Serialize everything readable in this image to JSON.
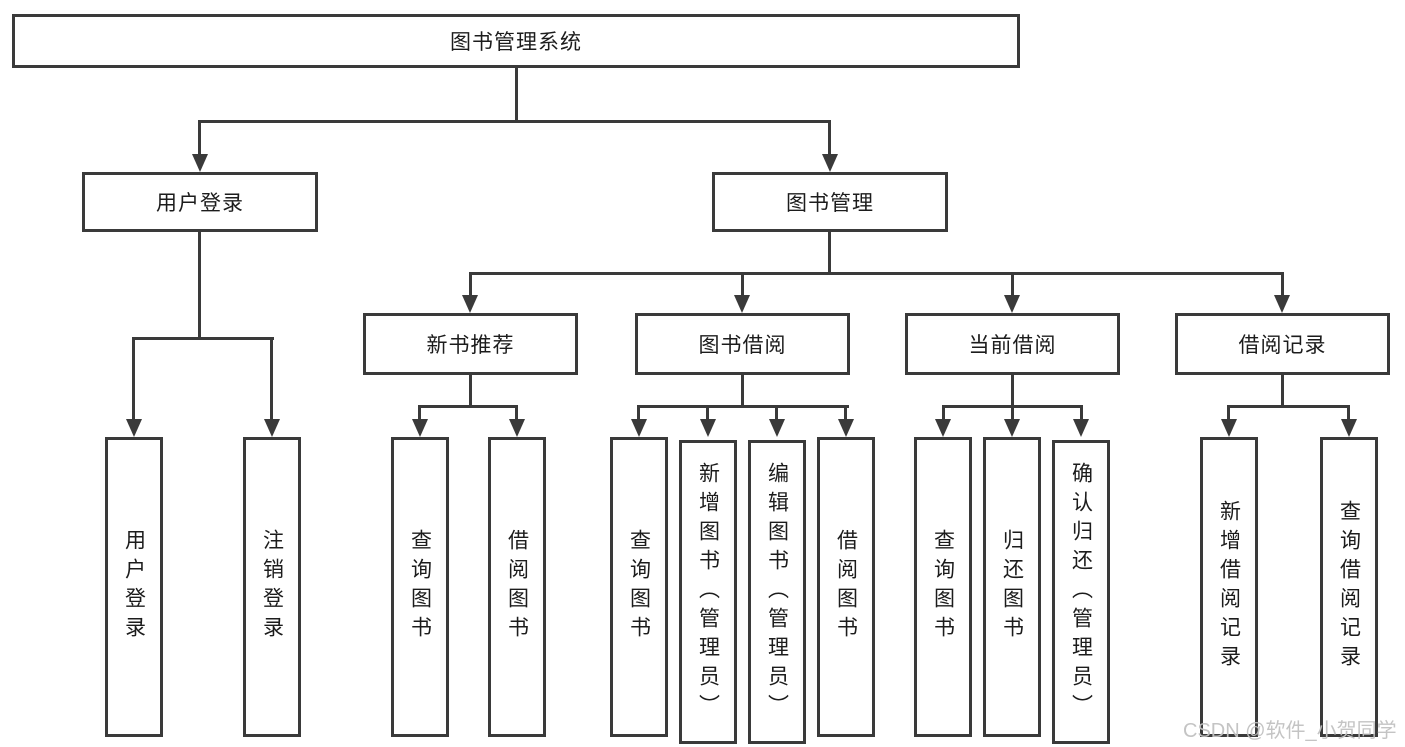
{
  "diagram": {
    "title": "图书管理系统",
    "root": {
      "label": "图书管理系统"
    },
    "level2": {
      "user_login": {
        "label": "用户登录"
      },
      "book_management": {
        "label": "图书管理"
      }
    },
    "level3": {
      "new_book_recommend": {
        "label": "新书推荐"
      },
      "book_borrowing": {
        "label": "图书借阅"
      },
      "current_borrowing": {
        "label": "当前借阅"
      },
      "borrowing_records": {
        "label": "借阅记录"
      }
    },
    "leaves": {
      "user": [
        "用户登录",
        "注销登录"
      ],
      "recommend": [
        "查询图书",
        "借阅图书"
      ],
      "borrow": [
        "查询图书",
        "新增图书（管理员）",
        "编辑图书（管理员）",
        "借阅图书"
      ],
      "current": [
        "查询图书",
        "归还图书",
        "确认归还（管理员）"
      ],
      "records": [
        "新增借阅记录",
        "查询借阅记录"
      ]
    }
  },
  "watermark": "CSDN @软件_小贺同学",
  "colors": {
    "line": "#3a3a3a",
    "text": "#1c1c1c",
    "watermark": "#c1c1c1",
    "background": "#ffffff"
  }
}
